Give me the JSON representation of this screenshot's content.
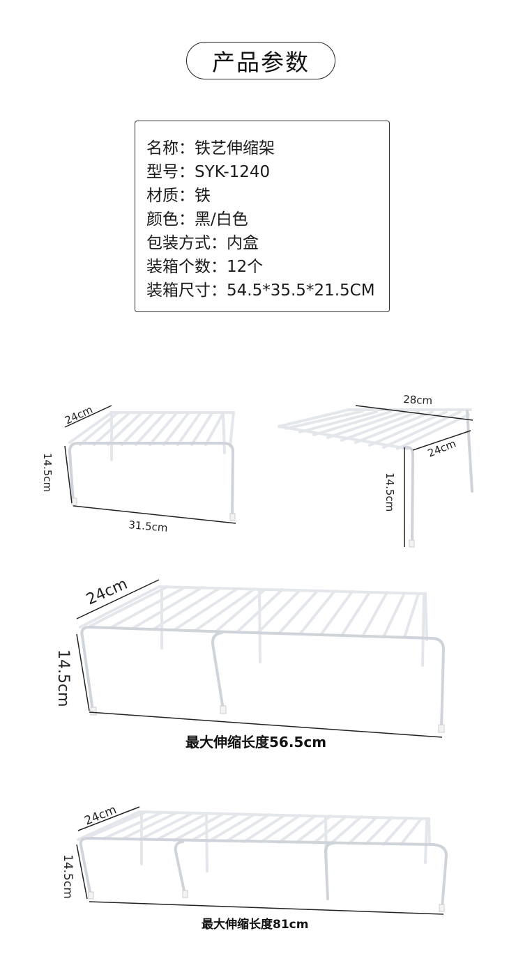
{
  "title": "产品参数",
  "specs": [
    {
      "key": "名称：",
      "value": "铁艺伸缩架"
    },
    {
      "key": "型号：",
      "value": "SYK-1240"
    },
    {
      "key": "材质：",
      "value": "铁"
    },
    {
      "key": "颜色：",
      "value": "黑/白色"
    },
    {
      "key": "包装方式：",
      "value": "内盒"
    },
    {
      "key": "装箱个数：",
      "value": "12个"
    },
    {
      "key": "装箱尺寸：",
      "value": "54.5*35.5*21.5CM"
    }
  ],
  "fig1": {
    "depth": "24cm",
    "height": "14.5cm",
    "width": "31.5cm"
  },
  "fig2": {
    "width": "28cm",
    "depth": "24cm",
    "height": "14.5cm"
  },
  "fig3": {
    "depth": "24cm",
    "height": "14.5cm",
    "caption": "最大伸缩长度56.5cm"
  },
  "fig4": {
    "depth": "24cm",
    "height": "14.5cm",
    "caption": "最大伸缩长度81cm"
  }
}
